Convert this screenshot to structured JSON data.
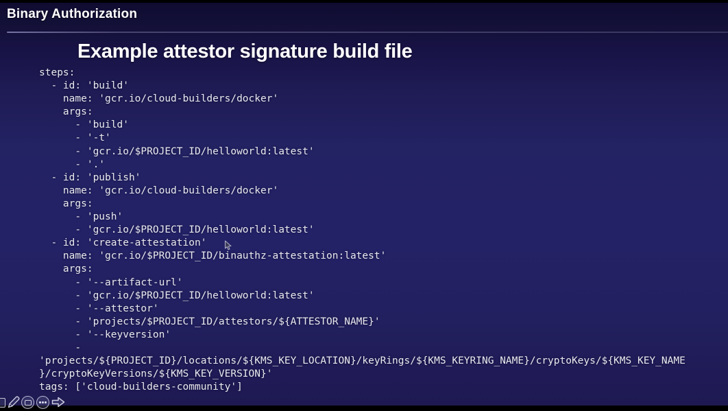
{
  "slide": {
    "kicker": "Binary Authorization",
    "title": "Example attestor signature build file"
  },
  "code": {
    "language": "yaml",
    "lines": [
      "steps:",
      "  - id: 'build'",
      "    name: 'gcr.io/cloud-builders/docker'",
      "    args:",
      "      - 'build'",
      "      - '-t'",
      "      - 'gcr.io/$PROJECT_ID/helloworld:latest'",
      "      - '.'",
      "  - id: 'publish'",
      "    name: 'gcr.io/cloud-builders/docker'",
      "    args:",
      "      - 'push'",
      "      - 'gcr.io/$PROJECT_ID/helloworld:latest'",
      "  - id: 'create-attestation'",
      "    name: 'gcr.io/$PROJECT_ID/binauthz-attestation:latest'",
      "    args:",
      "      - '--artifact-url'",
      "      - 'gcr.io/$PROJECT_ID/helloworld:latest'",
      "      - '--attestor'",
      "      - 'projects/$PROJECT_ID/attestors/${ATTESTOR_NAME}'",
      "      - '--keyversion'",
      "      -",
      "'projects/${PROJECT_ID}/locations/${KMS_KEY_LOCATION}/keyRings/${KMS_KEYRING_NAME}/cryptoKeys/${KMS_KEY_NAME",
      "}/cryptoKeyVersions/${KMS_KEY_VERSION}'",
      "tags: ['cloud-builders-community']"
    ]
  },
  "annotation_toolbar": {
    "icons": [
      "square-icon",
      "pencil-icon",
      "window-icon",
      "ellipsis-icon",
      "forward-arrow-icon"
    ]
  },
  "colors": {
    "background_top": "#131037",
    "background_mid": "#242267",
    "background_bottom": "#1e1951",
    "code_text": "#e9e9f0",
    "heading_text": "#ffffff",
    "divider": "#6a678f"
  }
}
